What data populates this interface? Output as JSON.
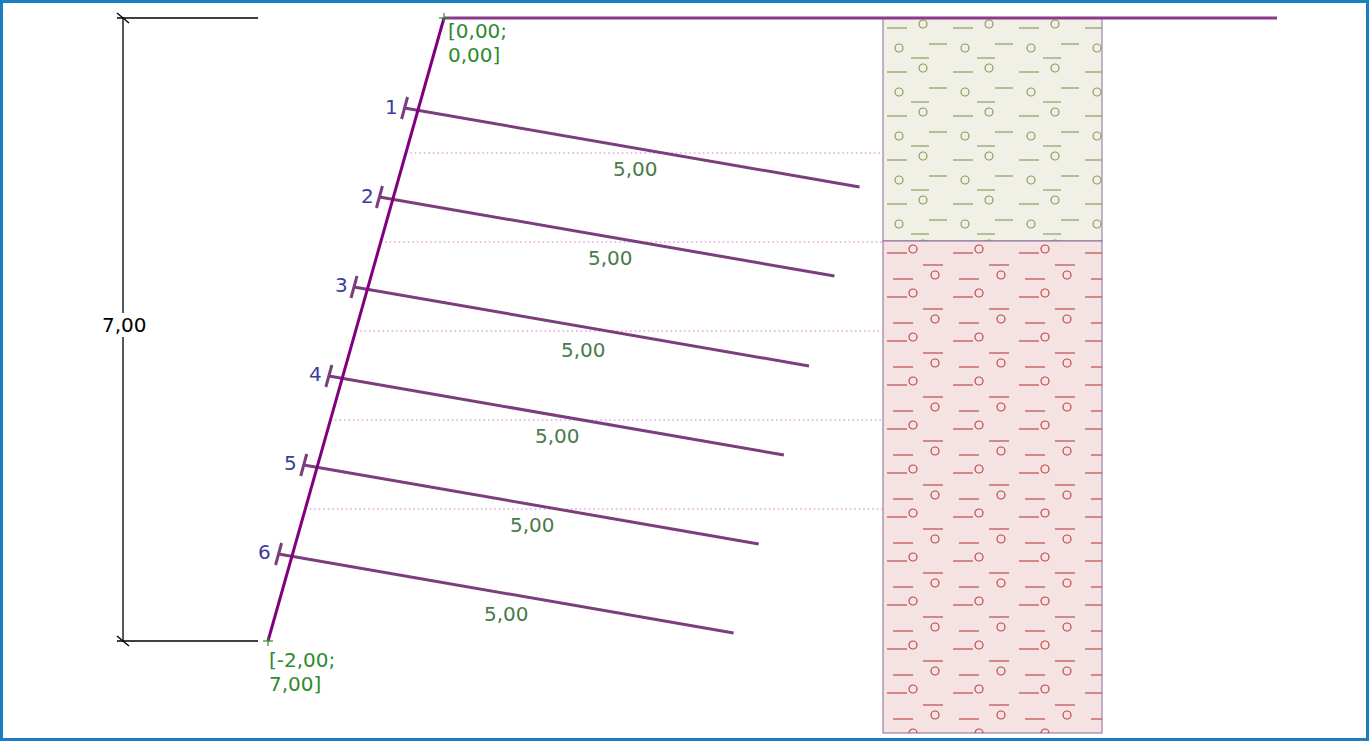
{
  "diagram": {
    "labels": [
      "[0,00; 0,00]",
      "1",
      "5,00",
      "2",
      "5,00",
      "3",
      "7,00",
      "5,00",
      "4",
      "5,00",
      "5",
      "5,00",
      "6",
      "5,00",
      "[-2,00; 7,00]"
    ]
  }
}
